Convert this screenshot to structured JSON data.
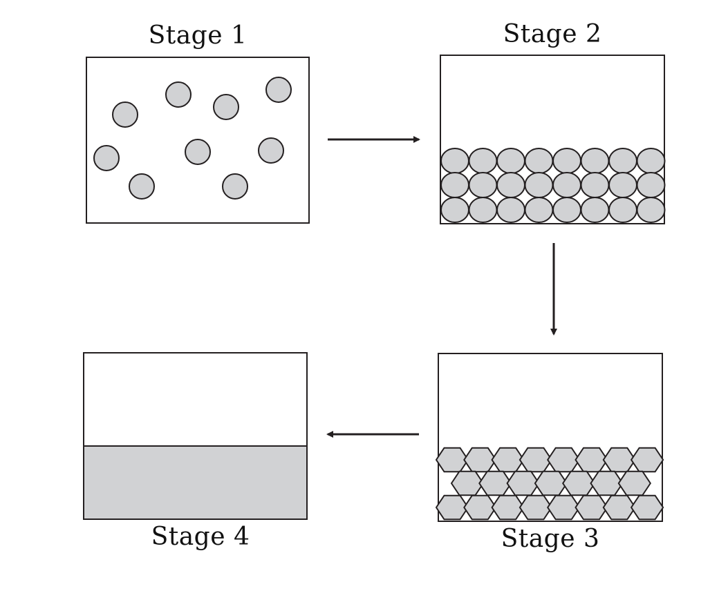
{
  "stages": [
    {
      "label": "Stage 1",
      "state": "gas"
    },
    {
      "label": "Stage 2",
      "state": "packed-spheres"
    },
    {
      "label": "Stage 3",
      "state": "hexagonal-cells"
    },
    {
      "label": "Stage 4",
      "state": "continuous-layer"
    }
  ],
  "flow": [
    "Stage 1",
    "Stage 2",
    "Stage 3",
    "Stage 4"
  ],
  "colors": {
    "particle_fill": "#d1d2d4",
    "stroke": "#231f20",
    "background": "#ffffff"
  }
}
